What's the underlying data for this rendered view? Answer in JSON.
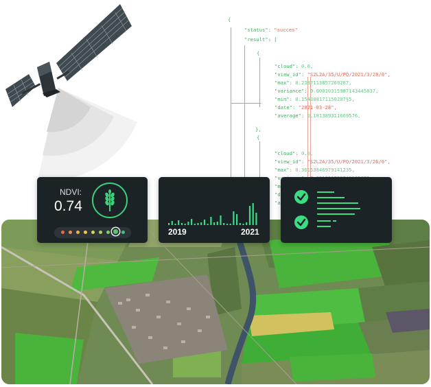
{
  "code": {
    "open_brace": "{",
    "status_key": "\"status\":",
    "status_value": "\"succes\"",
    "result_key": "\"result\":",
    "result_open": "[",
    "item1_open": "{",
    "item1": {
      "cloud_key": "\"cloud\":",
      "cloud_val": "0.0,",
      "view_key": "\"view_id\":",
      "view_val": "\"S2L2A/35/U/PQ/2021/3/28/0\",",
      "max_key": "\"max\":",
      "max_val": "0.2387113857269287,",
      "variance_key": "\"variance\":",
      "variance_val": "0.00010315987143445837,",
      "min_key": "\"min\":",
      "min_val": "0.154308171150207§5,",
      "date_key": "\"date\":",
      "date_val": "\"2021-03-28\",",
      "average_key": "\"average\":",
      "average_val": "0.181389311669576,"
    },
    "item_sep_a": "},",
    "item_sep_b": "{",
    "item2": {
      "cloud_key": "\"cloud\":",
      "cloud_val": "0.0,",
      "view_key": "\"view_id\":",
      "view_val": "\"S2L2A/35/U/PQ/2021/3/26/0\",",
      "max_key": "\"max\":",
      "max_val": "0.36153846979141235,",
      "variance_key": "\"variance\":",
      "variance_val": "0.001996792740135871…",
      "frag1": "\"m",
      "frag2": "\"d",
      "frag3": "\"a"
    }
  },
  "ndvi_card": {
    "label": "NDVI:",
    "value": "0.74",
    "icon": "wheat-icon",
    "scale_colors": [
      "#f0674b",
      "#f38a4b",
      "#f4ab4a",
      "#f1c84c",
      "#d8d84e",
      "#a9d55a",
      "#7fcf67",
      "#58c970",
      "#3dc47a"
    ],
    "selected_index": 7
  },
  "bars_card": {
    "start_label": "2019",
    "end_label": "2021",
    "bar_color": "#3ddc84"
  },
  "check_card": {
    "icon": "check-circle-icon",
    "check_color": "#3ddc84"
  },
  "colors": {
    "card_bg": "#1c2327",
    "accent_green": "#3ddc84",
    "field_green": "#45b43c"
  }
}
